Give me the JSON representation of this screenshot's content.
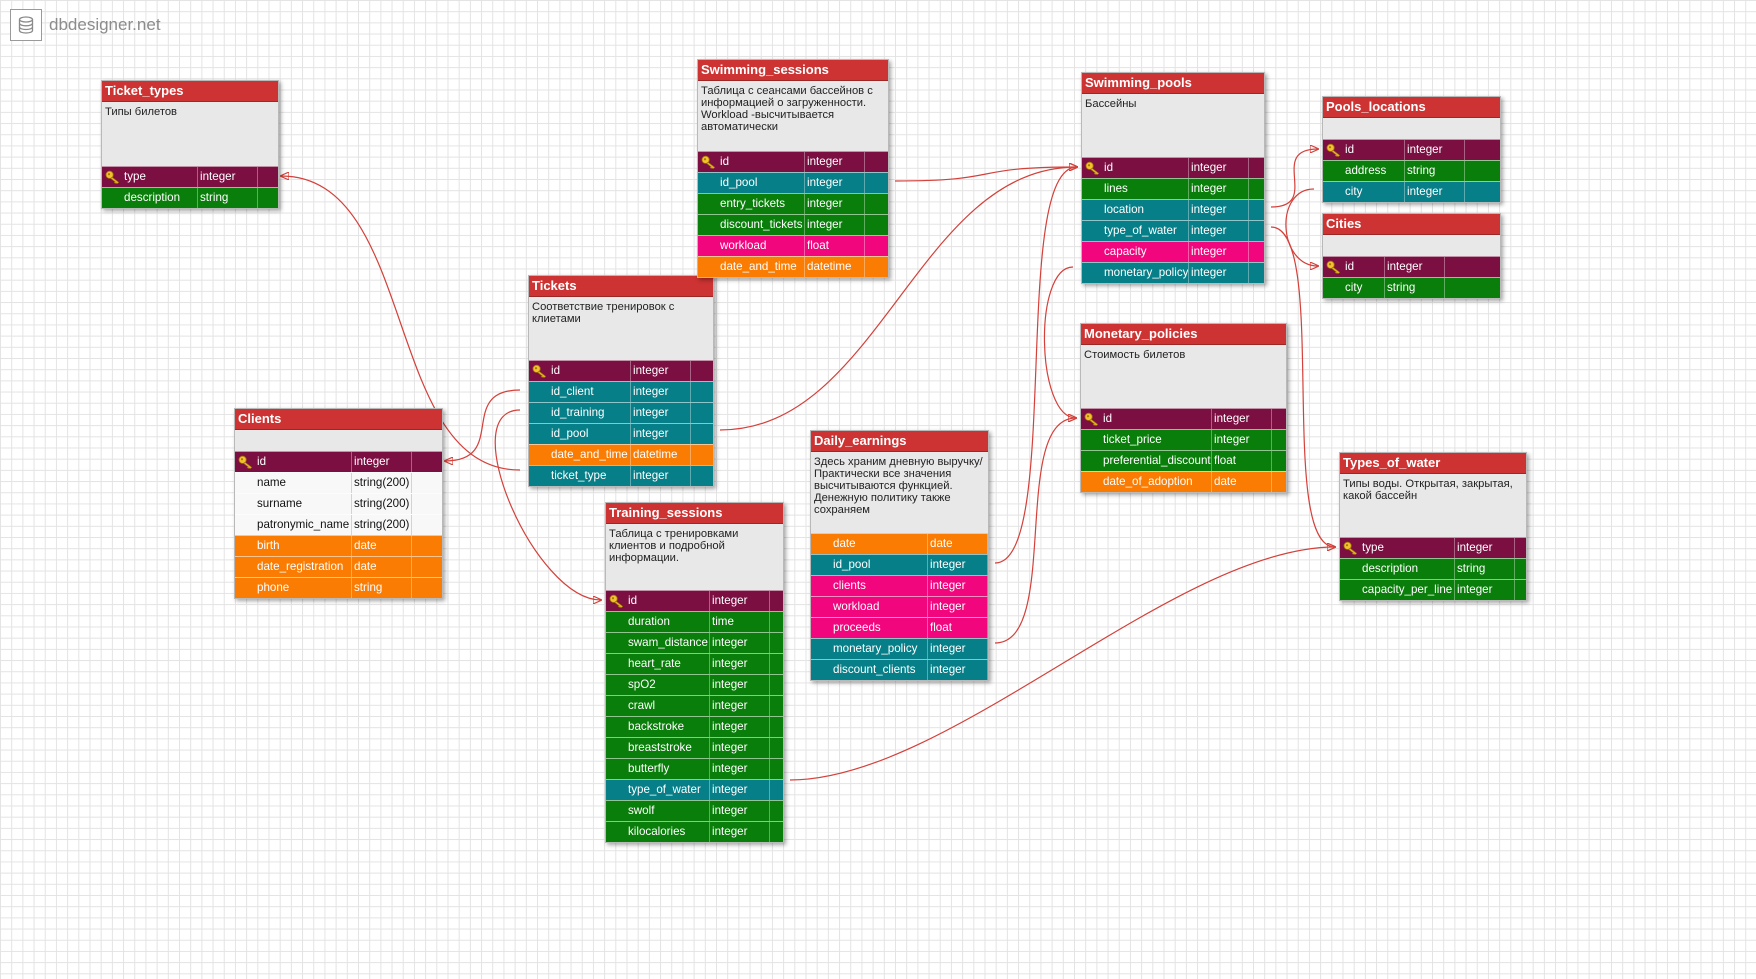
{
  "app": {
    "name": "dbdesigner.net",
    "logo_icon": "database-icon"
  },
  "colors": {
    "header": "#cc3332",
    "primary_key": "#7b0f42",
    "teal": "#077f88",
    "green": "#0a7e0a",
    "pink": "#f2067e",
    "orange": "#fb7c03",
    "white": "#f8f8f8",
    "relation_line": "#d4403a"
  },
  "tables": {
    "ticket_types": {
      "name": "Ticket_types",
      "description": "Типы билетов",
      "columns": [
        {
          "name": "type",
          "type": "integer",
          "key": true,
          "color": "maroon"
        },
        {
          "name": "description",
          "type": "string",
          "color": "green"
        }
      ]
    },
    "clients": {
      "name": "Clients",
      "description": "",
      "columns": [
        {
          "name": "id",
          "type": "integer",
          "key": true,
          "color": "maroon"
        },
        {
          "name": "name",
          "type": "string(200)",
          "color": "white"
        },
        {
          "name": "surname",
          "type": "string(200)",
          "color": "white"
        },
        {
          "name": "patronymic_name",
          "type": "string(200)",
          "color": "white"
        },
        {
          "name": "birth",
          "type": "date",
          "color": "orange"
        },
        {
          "name": "date_registration",
          "type": "date",
          "color": "orange"
        },
        {
          "name": "phone",
          "type": "string",
          "color": "orange"
        }
      ]
    },
    "tickets": {
      "name": "Tickets",
      "description": "Соответствие тренировок с клиетами",
      "columns": [
        {
          "name": "id",
          "type": "integer",
          "key": true,
          "color": "maroon"
        },
        {
          "name": "id_client",
          "type": "integer",
          "color": "teal"
        },
        {
          "name": "id_training",
          "type": "integer",
          "color": "teal"
        },
        {
          "name": "id_pool",
          "type": "integer",
          "color": "teal"
        },
        {
          "name": "date_and_time",
          "type": "datetime",
          "color": "orange"
        },
        {
          "name": "ticket_type",
          "type": "integer",
          "color": "teal"
        }
      ]
    },
    "swimming_sessions": {
      "name": "Swimming_sessions",
      "description": "Таблица с сеансами бассейнов с информацией о загруженности. Workload -высчитывается автоматически",
      "columns": [
        {
          "name": "id",
          "type": "integer",
          "key": true,
          "color": "maroon"
        },
        {
          "name": "id_pool",
          "type": "integer",
          "color": "teal"
        },
        {
          "name": "entry_tickets",
          "type": "integer",
          "color": "green"
        },
        {
          "name": "discount_tickets",
          "type": "integer",
          "color": "green"
        },
        {
          "name": "workload",
          "type": "float",
          "color": "pink"
        },
        {
          "name": "date_and_time",
          "type": "datetime",
          "color": "orange"
        }
      ]
    },
    "training_sessions": {
      "name": "Training_sessions",
      "description": "Таблица с тренировками клиентов и подробной информации.",
      "columns": [
        {
          "name": "id",
          "type": "integer",
          "key": true,
          "color": "maroon"
        },
        {
          "name": "duration",
          "type": "time",
          "color": "green"
        },
        {
          "name": "swam_distance",
          "type": "integer",
          "color": "green"
        },
        {
          "name": "heart_rate",
          "type": "integer",
          "color": "green"
        },
        {
          "name": "spO2",
          "type": "integer",
          "color": "green"
        },
        {
          "name": "crawl",
          "type": "integer",
          "color": "green"
        },
        {
          "name": "backstroke",
          "type": "integer",
          "color": "green"
        },
        {
          "name": "breaststroke",
          "type": "integer",
          "color": "green"
        },
        {
          "name": "butterfly",
          "type": "integer",
          "color": "green"
        },
        {
          "name": "type_of_water",
          "type": "integer",
          "color": "teal"
        },
        {
          "name": "swolf",
          "type": "integer",
          "color": "green"
        },
        {
          "name": "kilocalories",
          "type": "integer",
          "color": "green"
        }
      ]
    },
    "daily_earnings": {
      "name": "Daily_earnings",
      "description": "Здесь храним дневную выручку/ Практически все значения высчитываются функцией. Денежную политику также сохраняем",
      "columns": [
        {
          "name": "date",
          "type": "date",
          "color": "orange"
        },
        {
          "name": "id_pool",
          "type": "integer",
          "color": "teal"
        },
        {
          "name": "clients",
          "type": "integer",
          "color": "pink"
        },
        {
          "name": "workload",
          "type": "integer",
          "color": "pink"
        },
        {
          "name": "proceeds",
          "type": "float",
          "color": "pink"
        },
        {
          "name": "monetary_policy",
          "type": "integer",
          "color": "teal"
        },
        {
          "name": "discount_clients",
          "type": "integer",
          "color": "teal"
        }
      ]
    },
    "swimming_pools": {
      "name": "Swimming_pools",
      "description": "Бассейны",
      "columns": [
        {
          "name": "id",
          "type": "integer",
          "key": true,
          "color": "maroon"
        },
        {
          "name": "lines",
          "type": "integer",
          "color": "green"
        },
        {
          "name": "location",
          "type": "integer",
          "color": "teal"
        },
        {
          "name": "type_of_water",
          "type": "integer",
          "color": "teal"
        },
        {
          "name": "capacity",
          "type": "integer",
          "color": "pink"
        },
        {
          "name": "monetary_policy",
          "type": "integer",
          "color": "teal"
        }
      ]
    },
    "monetary_policies": {
      "name": "Monetary_policies",
      "description": "Стоимость билетов",
      "columns": [
        {
          "name": "id",
          "type": "integer",
          "key": true,
          "color": "maroon"
        },
        {
          "name": "ticket_price",
          "type": "integer",
          "color": "green"
        },
        {
          "name": "preferential_discount",
          "type": "float",
          "color": "green"
        },
        {
          "name": "date_of_adoption",
          "type": "date",
          "color": "orange"
        }
      ]
    },
    "pools_locations": {
      "name": "Pools_locations",
      "description": "",
      "columns": [
        {
          "name": "id",
          "type": "integer",
          "key": true,
          "color": "maroon"
        },
        {
          "name": "address",
          "type": "string",
          "color": "green"
        },
        {
          "name": "city",
          "type": "integer",
          "color": "teal"
        }
      ]
    },
    "cities": {
      "name": "Cities",
      "description": "",
      "columns": [
        {
          "name": "id",
          "type": "integer",
          "key": true,
          "color": "maroon"
        },
        {
          "name": "city",
          "type": "string",
          "color": "green"
        }
      ]
    },
    "types_of_water": {
      "name": "Types_of_water",
      "description": "Типы воды. Открытая, закрытая, какой бассейн",
      "columns": [
        {
          "name": "type",
          "type": "integer",
          "key": true,
          "color": "maroon"
        },
        {
          "name": "description",
          "type": "string",
          "color": "green"
        },
        {
          "name": "capacity_per_line",
          "type": "integer",
          "color": "green"
        }
      ]
    }
  },
  "relations": [
    {
      "from": "tickets.ticket_type",
      "to": "ticket_types.type"
    },
    {
      "from": "tickets.id_client",
      "to": "clients.id"
    },
    {
      "from": "tickets.id_training",
      "to": "training_sessions.id"
    },
    {
      "from": "tickets.id_pool",
      "to": "swimming_pools.id"
    },
    {
      "from": "swimming_sessions.id_pool",
      "to": "swimming_pools.id"
    },
    {
      "from": "daily_earnings.id_pool",
      "to": "swimming_pools.id"
    },
    {
      "from": "daily_earnings.monetary_policy",
      "to": "monetary_policies.id"
    },
    {
      "from": "swimming_pools.monetary_policy",
      "to": "monetary_policies.id"
    },
    {
      "from": "swimming_pools.location",
      "to": "pools_locations.id"
    },
    {
      "from": "pools_locations.city",
      "to": "cities.id"
    },
    {
      "from": "swimming_pools.type_of_water",
      "to": "types_of_water.type"
    },
    {
      "from": "training_sessions.type_of_water",
      "to": "types_of_water.type"
    }
  ]
}
